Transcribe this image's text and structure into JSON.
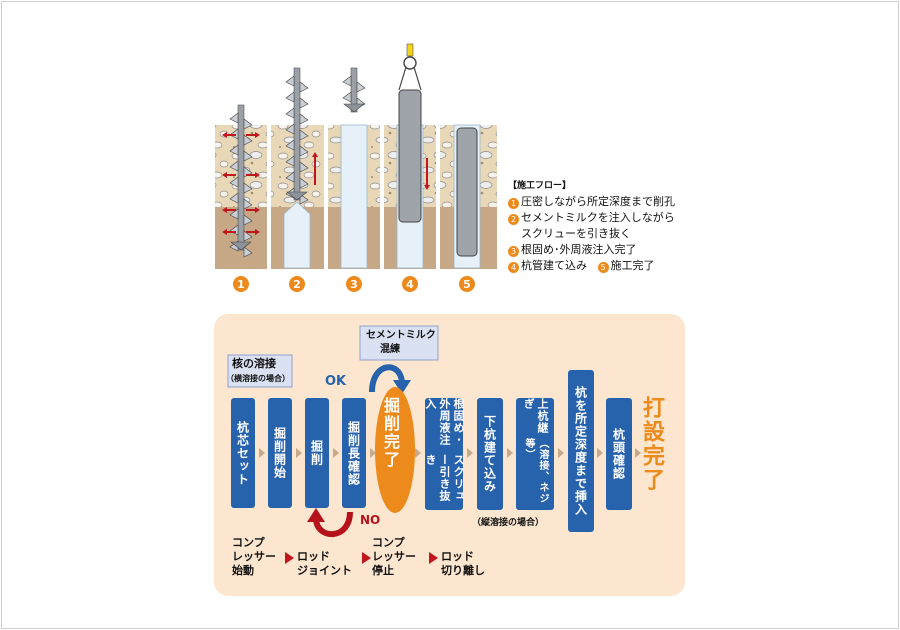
{
  "flow_legend": {
    "title": "【施工フロー】",
    "items": [
      {
        "num": "1",
        "text": "圧密しながら所定深度まで削孔"
      },
      {
        "num": "2",
        "text": "セメントミルクを注入しながら"
      },
      {
        "num": "",
        "text": "スクリューを引き抜く"
      },
      {
        "num": "3",
        "text": "根固め･外周液注入完了"
      },
      {
        "num": "4",
        "text": "杭管建て込み"
      },
      {
        "num": "5",
        "text": "施工完了"
      }
    ]
  },
  "step_numbers": [
    "1",
    "2",
    "3",
    "4",
    "5"
  ],
  "process": {
    "cement_box": [
      "セメントミルク",
      "混練"
    ],
    "core_weld": "核の溶接",
    "core_weld_note": "（横溶接の場合）",
    "ok_label": "OK",
    "no_label": "NO",
    "steps": [
      "杭芯セット",
      "掘削開始",
      "掘削",
      "掘削長確認"
    ],
    "done_oval": "掘削完了",
    "steps_after": [
      [
        "根固め･外周液注入",
        "スクリュー引き抜き"
      ],
      [
        "下杭建て込み"
      ],
      [
        "上杭継ぎ",
        "（溶接、ネジ等）"
      ],
      [
        "杭を所定深度まで挿入"
      ],
      [
        "杭頭確認"
      ]
    ],
    "final": "打設完了",
    "vertical_weld_note": "（縦溶接の場合）",
    "bottom_labels": [
      [
        "コンプ",
        "レッサー",
        "始動"
      ],
      [
        "ロッド",
        "ジョイント"
      ],
      [
        "コンプ",
        "レッサー",
        "停止"
      ],
      [
        "ロッド",
        "切り離し"
      ]
    ]
  },
  "colors": {
    "accent": "#ec8a1b",
    "box": "#2762ad",
    "panel": "#fde6cf",
    "soil": "#e8d6b6",
    "deep_soil": "#c6a887",
    "no_arrow": "#b5121b"
  }
}
